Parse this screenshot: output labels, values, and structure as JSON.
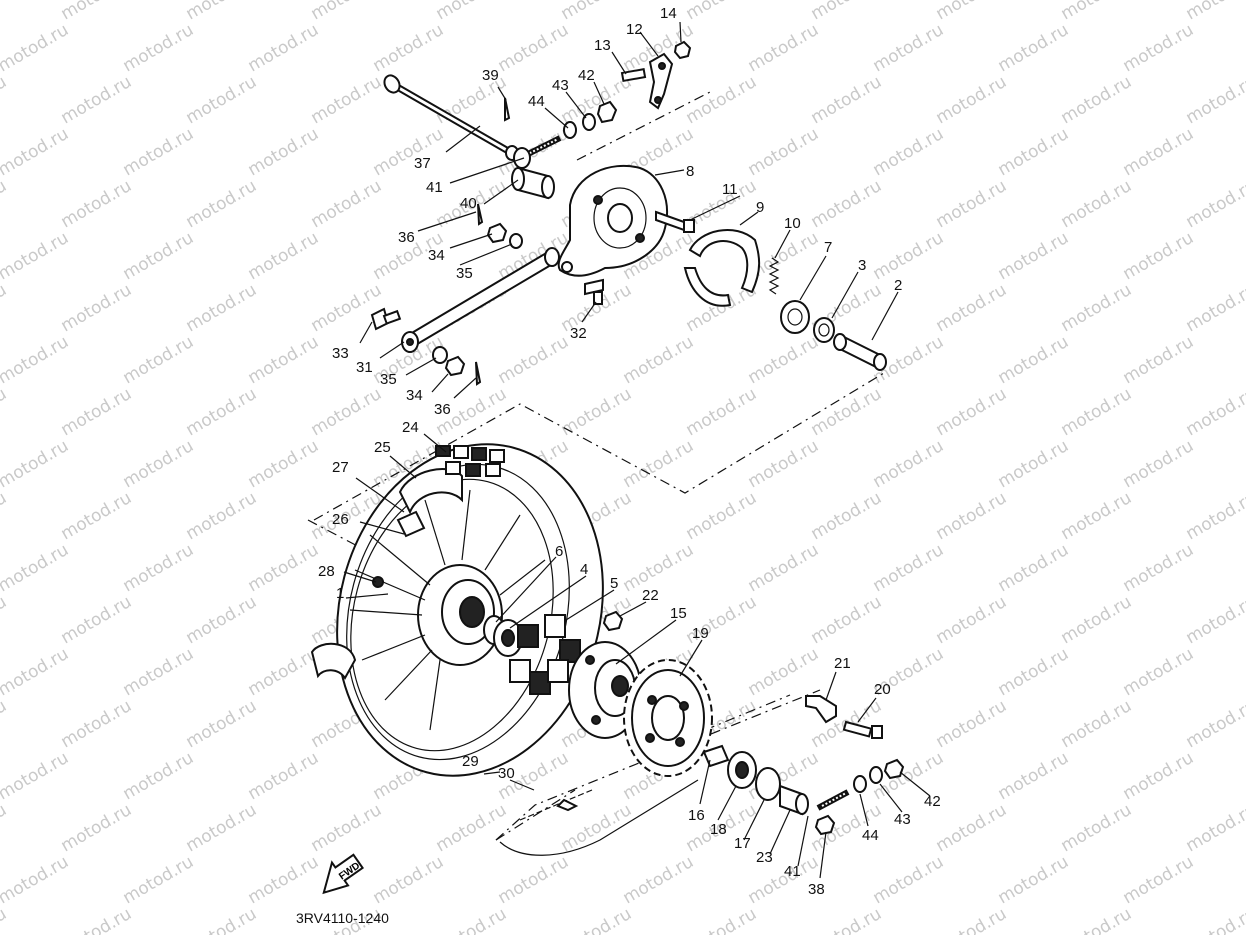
{
  "watermark": "motod.ru",
  "diagram_code": "3RV4110-1240",
  "fwd_label": "FWD",
  "callouts": [
    "1",
    "2",
    "3",
    "4",
    "5",
    "6",
    "7",
    "8",
    "9",
    "10",
    "11",
    "12",
    "13",
    "14",
    "15",
    "16",
    "17",
    "18",
    "19",
    "20",
    "21",
    "22",
    "23",
    "24",
    "25",
    "26",
    "27",
    "28",
    "29",
    "30",
    "31",
    "32",
    "33",
    "34",
    "35",
    "36",
    "37",
    "38",
    "39",
    "40",
    "41",
    "42",
    "43",
    "44"
  ],
  "callouts_repeat": [
    "34",
    "35",
    "36",
    "41",
    "42",
    "43",
    "44"
  ]
}
